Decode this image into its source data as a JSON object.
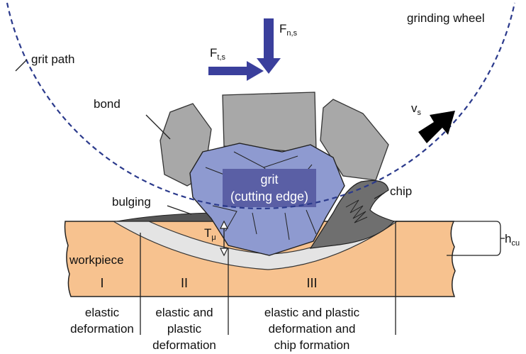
{
  "labels": {
    "grinding_wheel": "grinding wheel",
    "grit_path": "grit path",
    "bond": "bond",
    "bulging": "bulging",
    "chip": "chip",
    "workpiece": "workpiece",
    "grit_line1": "grit",
    "grit_line2": "(cutting edge)",
    "force_normal": {
      "main": "F",
      "sub": "n,s"
    },
    "force_tangential": {
      "main": "F",
      "sub": "t,s"
    },
    "velocity": {
      "main": "v",
      "sub": "s"
    },
    "depth_tmu": {
      "main": "T",
      "sub": "μ"
    },
    "depth_hcu": {
      "main": "h",
      "sub": "cu"
    }
  },
  "zones": [
    {
      "numeral": "I",
      "caption": [
        "elastic",
        "deformation"
      ]
    },
    {
      "numeral": "II",
      "caption": [
        "elastic and",
        "plastic",
        "deformation"
      ]
    },
    {
      "numeral": "III",
      "caption": [
        "elastic and plastic",
        "deformation and",
        "chip formation"
      ]
    }
  ],
  "colors": {
    "workpiece": "#f7c28f",
    "grit": "#8e9ad0",
    "grit_label_bg": "#5a5fa5",
    "bond_grain": "#a8a8a8",
    "chip": "#6f6f6f",
    "force_arrow": "#3a3f9c",
    "wheel_path": "#2b3a8c",
    "bulge_zone": "#e4e4e4"
  }
}
